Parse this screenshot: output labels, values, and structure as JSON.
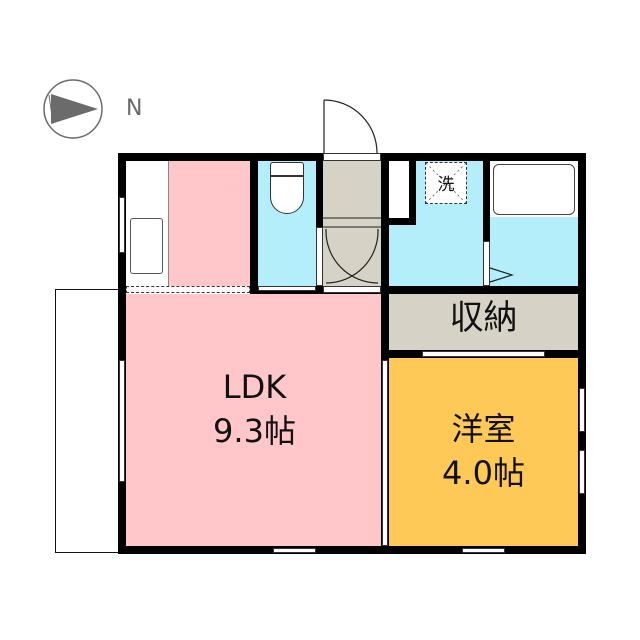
{
  "compass": {
    "label": "N",
    "color": "#6b6b6b"
  },
  "rooms": {
    "ldk": {
      "name": "LDK",
      "size": "9.3帖",
      "color": "#ffc7c9"
    },
    "western": {
      "name": "洋室",
      "size": "4.0帖",
      "color": "#ffc957"
    },
    "storage": {
      "name": "収納",
      "color": "#d6d3c6"
    },
    "toilet": {
      "color": "#b3eefa"
    },
    "washroom": {
      "color": "#b3eefa",
      "washer_label": "洗"
    },
    "bath": {
      "color": "#b3eefa"
    },
    "entrance": {
      "color": "#d6d3c6"
    },
    "kitchen": {
      "color": "#ffffff"
    }
  },
  "colors": {
    "wall": "#000000",
    "balcony": "#ffffff",
    "background": "#ffffff"
  }
}
